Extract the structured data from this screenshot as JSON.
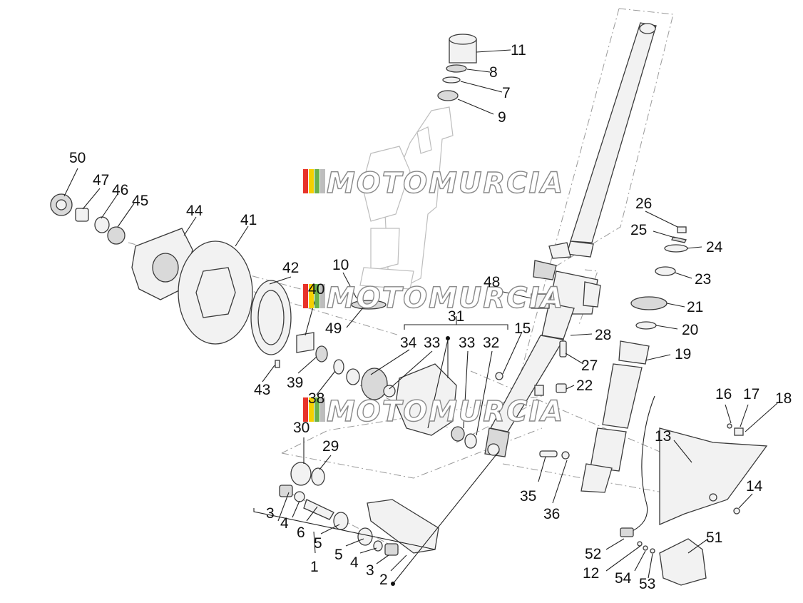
{
  "watermark": {
    "text": "MOTOMURCIA",
    "stripe_colors": [
      "#e8332a",
      "#f5d000",
      "#6ab04c",
      "#bdbdbd"
    ]
  },
  "callouts": [
    {
      "id": "c11",
      "label": "11"
    },
    {
      "id": "c8",
      "label": "8"
    },
    {
      "id": "c7",
      "label": "7"
    },
    {
      "id": "c9",
      "label": "9"
    },
    {
      "id": "c50",
      "label": "50"
    },
    {
      "id": "c47",
      "label": "47"
    },
    {
      "id": "c46",
      "label": "46"
    },
    {
      "id": "c45",
      "label": "45"
    },
    {
      "id": "c44",
      "label": "44"
    },
    {
      "id": "c41",
      "label": "41"
    },
    {
      "id": "c42",
      "label": "42"
    },
    {
      "id": "c10",
      "label": "10"
    },
    {
      "id": "c48",
      "label": "48"
    },
    {
      "id": "c40",
      "label": "40"
    },
    {
      "id": "c49",
      "label": "49"
    },
    {
      "id": "c31",
      "label": "31"
    },
    {
      "id": "c15",
      "label": "15"
    },
    {
      "id": "c34",
      "label": "34"
    },
    {
      "id": "c33a",
      "label": "33"
    },
    {
      "id": "c33b",
      "label": "33"
    },
    {
      "id": "c32",
      "label": "32"
    },
    {
      "id": "c43",
      "label": "43"
    },
    {
      "id": "c39",
      "label": "39"
    },
    {
      "id": "c38",
      "label": "38"
    },
    {
      "id": "c30",
      "label": "30"
    },
    {
      "id": "c29",
      "label": "29"
    },
    {
      "id": "c26",
      "label": "26"
    },
    {
      "id": "c25",
      "label": "25"
    },
    {
      "id": "c24",
      "label": "24"
    },
    {
      "id": "c23",
      "label": "23"
    },
    {
      "id": "c21",
      "label": "21"
    },
    {
      "id": "c20",
      "label": "20"
    },
    {
      "id": "c28",
      "label": "28"
    },
    {
      "id": "c19",
      "label": "19"
    },
    {
      "id": "c27",
      "label": "27"
    },
    {
      "id": "c22",
      "label": "22"
    },
    {
      "id": "c16",
      "label": "16"
    },
    {
      "id": "c17",
      "label": "17"
    },
    {
      "id": "c18",
      "label": "18"
    },
    {
      "id": "c13",
      "label": "13"
    },
    {
      "id": "c14",
      "label": "14"
    },
    {
      "id": "c35",
      "label": "35"
    },
    {
      "id": "c36",
      "label": "36"
    },
    {
      "id": "c3a",
      "label": "3"
    },
    {
      "id": "c4a",
      "label": "4"
    },
    {
      "id": "c6",
      "label": "6"
    },
    {
      "id": "c5a",
      "label": "5"
    },
    {
      "id": "c5b",
      "label": "5"
    },
    {
      "id": "c4b",
      "label": "4"
    },
    {
      "id": "c3b",
      "label": "3"
    },
    {
      "id": "c2",
      "label": "2"
    },
    {
      "id": "c1",
      "label": "1"
    },
    {
      "id": "c51",
      "label": "51"
    },
    {
      "id": "c52",
      "label": "52"
    },
    {
      "id": "c12",
      "label": "12"
    },
    {
      "id": "c54",
      "label": "54"
    },
    {
      "id": "c53",
      "label": "53"
    }
  ]
}
